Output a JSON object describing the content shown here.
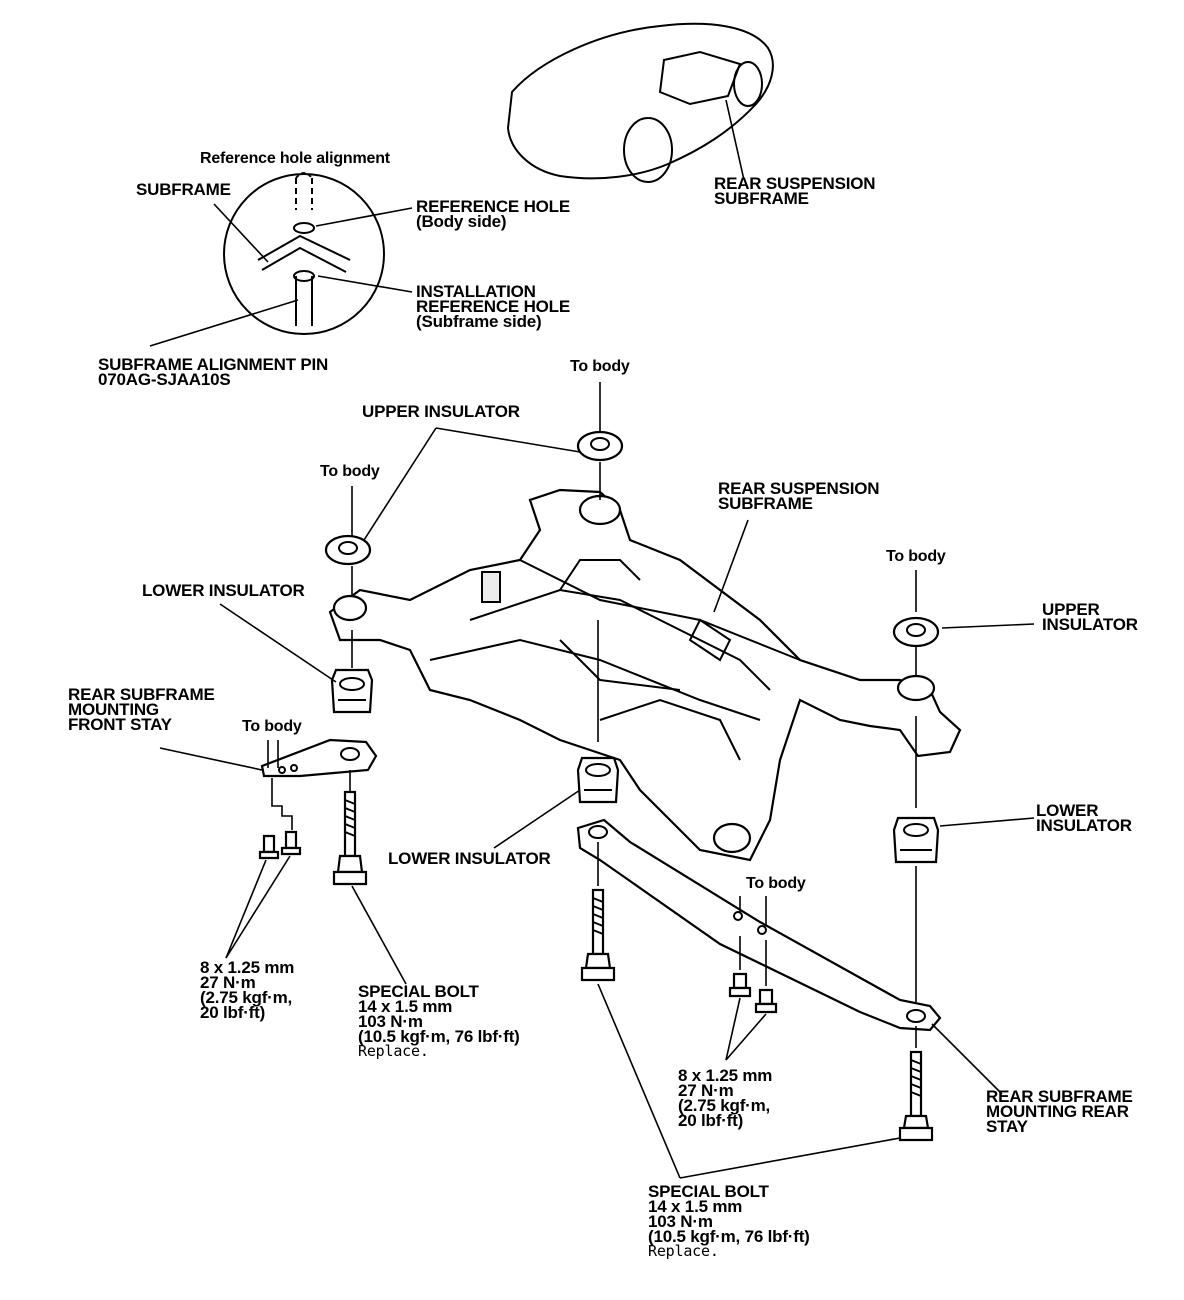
{
  "labels": {
    "ref_hole_alignment": "Reference hole alignment",
    "subframe": "SUBFRAME",
    "reference_hole": [
      "REFERENCE HOLE",
      "(Body side)"
    ],
    "installation_reference_hole": [
      "INSTALLATION",
      "REFERENCE HOLE",
      "(Subframe side)"
    ],
    "alignment_pin": [
      "SUBFRAME ALIGNMENT PIN",
      "070AG-SJAA10S"
    ],
    "rear_suspension_subframe_car": [
      "REAR SUSPENSION",
      "SUBFRAME"
    ],
    "to_body_top": "To body",
    "upper_insulator_left": "UPPER INSULATOR",
    "to_body_left": "To body",
    "rear_suspension_subframe_main": [
      "REAR SUSPENSION",
      "SUBFRAME"
    ],
    "to_body_right": "To body",
    "upper_insulator_right": [
      "UPPER",
      "INSULATOR"
    ],
    "lower_insulator_left": "LOWER INSULATOR",
    "front_stay": [
      "REAR SUBFRAME",
      "MOUNTING",
      "FRONT STAY"
    ],
    "to_body_front_stay": "To body",
    "lower_insulator_right": [
      "LOWER",
      "INSULATOR"
    ],
    "lower_insulator_center": "LOWER INSULATOR",
    "to_body_rear_stay": "To body",
    "bolt_small_left": [
      "8 x 1.25 mm",
      "27 N·m",
      "(2.75 kgf·m,",
      "20 lbf·ft)"
    ],
    "special_bolt_left": [
      "SPECIAL BOLT",
      "14 x 1.5 mm",
      "103 N·m",
      "(10.5 kgf·m, 76 lbf·ft)"
    ],
    "replace_left": "Replace.",
    "bolt_small_right": [
      "8 x 1.25 mm",
      "27 N·m",
      "(2.75 kgf·m,",
      "20 lbf·ft)"
    ],
    "rear_stay": [
      "REAR SUBFRAME",
      "MOUNTING REAR",
      "STAY"
    ],
    "special_bolt_bottom": [
      "SPECIAL BOLT",
      "14 x 1.5 mm",
      "103 N·m",
      "(10.5 kgf·m, 76 lbf·ft)"
    ],
    "replace_bottom": "Replace."
  }
}
